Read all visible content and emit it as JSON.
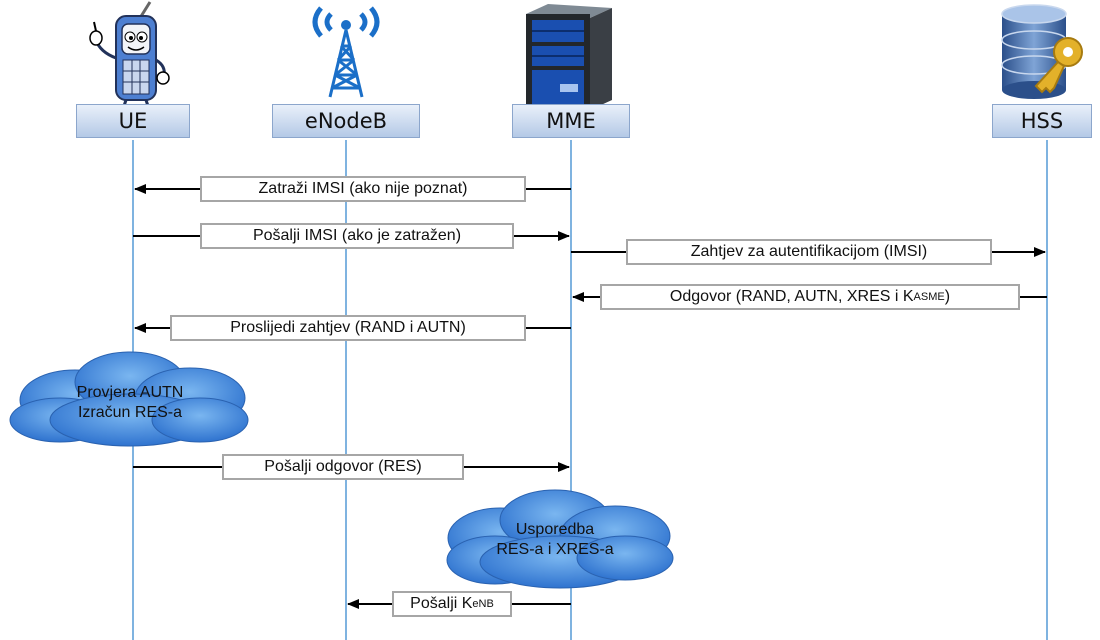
{
  "entities": {
    "ue": "UE",
    "enodeb": "eNodeB",
    "mme": "MME",
    "hss": "HSS"
  },
  "icons": {
    "ue": "cartoon-phone-icon",
    "enodeb": "antenna-tower-icon",
    "mme": "server-icon",
    "hss": "database-key-icon"
  },
  "messages": {
    "m1": "Zatraži IMSI (ako nije poznat)",
    "m2": "Pošalji IMSI (ako je zatražen)",
    "m3": "Zahtjev za autentifikacijom (IMSI)",
    "m4": "Odgovor (RAND, AUTN, XRES i K",
    "m4_sub": "ASME",
    "m4_end": ")",
    "m5": "Proslijedi zahtjev (RAND i AUTN)",
    "m6": "Pošalji odgovor (RES)",
    "m7": "Pošalji K",
    "m7_sub": "eNB"
  },
  "clouds": {
    "c1_line1": "Provjera AUTN",
    "c1_line2": "Izračun RES-a",
    "c2_line1": "Usporedba",
    "c2_line2": "RES-a i XRES-a"
  },
  "colors": {
    "lifeline": "#7fb3e0",
    "cloud": "#3f82d8",
    "arrow": "#000000"
  }
}
